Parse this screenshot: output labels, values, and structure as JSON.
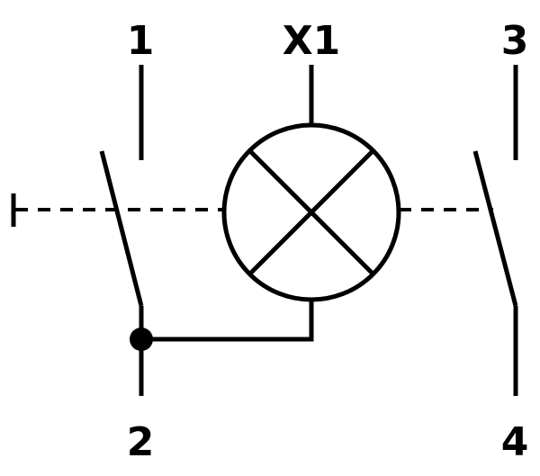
{
  "diagram": {
    "labels": {
      "terminal_1": "1",
      "terminal_2": "2",
      "terminal_3": "3",
      "terminal_4": "4",
      "lamp": "X1"
    },
    "colors": {
      "stroke": "#000000",
      "background": "#ffffff"
    },
    "symbols": [
      "switch-open-icon",
      "lamp-icon",
      "switch-open-icon",
      "junction-dot-icon"
    ]
  }
}
